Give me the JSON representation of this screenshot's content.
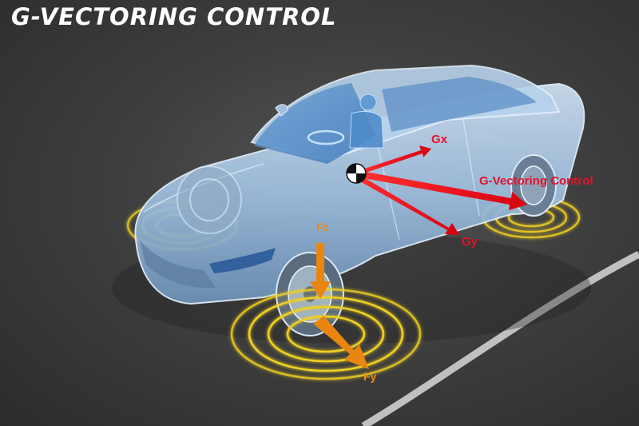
{
  "title": "G-VECTORING CONTROL",
  "labels": {
    "gx": "Gx",
    "gy": "Gy",
    "gvc": "G-Vectoring Control",
    "fz": "Fz",
    "fy": "Fy"
  },
  "colors": {
    "background": "#3f3f3f",
    "car_body": "#9bbede",
    "vector_red": "#e8102a",
    "vector_orange": "#e8860f",
    "ring_yellow": "#f0d020",
    "road_line": "#d8d8d8",
    "title_text": "#ffffff"
  }
}
